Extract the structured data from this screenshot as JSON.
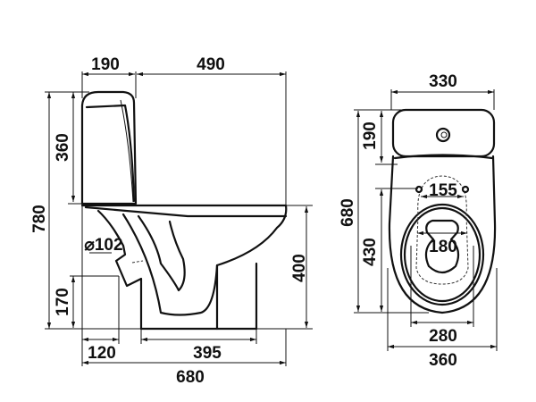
{
  "side_view": {
    "dim_tank_depth": "190",
    "dim_bowl_length": "490",
    "dim_total_height": "780",
    "dim_tank_height": "360",
    "dim_seat_height": "400",
    "dim_outlet_height": "170",
    "dim_outlet_diameter": "⌀102",
    "dim_outlet_offset": "120",
    "dim_foot_length": "395",
    "dim_total_length": "680"
  },
  "top_view": {
    "dim_tank_width": "330",
    "dim_tank_depth": "190",
    "dim_total_length": "680",
    "dim_bolt_to_front": "430",
    "dim_bolt_spacing": "155",
    "dim_opening_width": "180",
    "dim_seat_width": "280",
    "dim_total_width": "360"
  }
}
